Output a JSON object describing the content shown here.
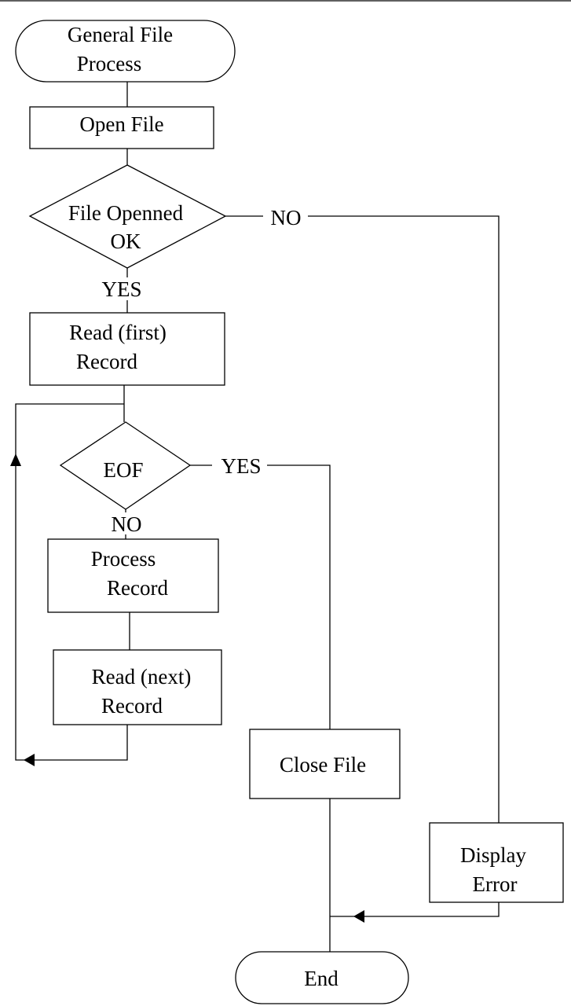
{
  "diagram": {
    "type": "flowchart",
    "nodes": {
      "start": {
        "shape": "terminator",
        "lines": [
          "General File",
          "Process"
        ]
      },
      "open_file": {
        "shape": "process",
        "lines": [
          "Open File"
        ]
      },
      "file_opened_ok": {
        "shape": "decision",
        "lines": [
          "File Openned",
          "OK"
        ]
      },
      "read_first": {
        "shape": "process",
        "lines": [
          "Read (first)",
          "Record"
        ]
      },
      "eof": {
        "shape": "decision",
        "lines": [
          "EOF"
        ]
      },
      "process_record": {
        "shape": "process",
        "lines": [
          "Process",
          "Record"
        ]
      },
      "read_next": {
        "shape": "process",
        "lines": [
          "Read (next)",
          "Record"
        ]
      },
      "close_file": {
        "shape": "process",
        "lines": [
          "Close File"
        ]
      },
      "display_error": {
        "shape": "process",
        "lines": [
          "Display",
          "Error"
        ]
      },
      "end": {
        "shape": "terminator",
        "lines": [
          "End"
        ]
      }
    },
    "edge_labels": {
      "file_opened_no": "NO",
      "file_opened_yes": "YES",
      "eof_yes": "YES",
      "eof_no": "NO"
    },
    "edges": [
      {
        "from": "start",
        "to": "open_file",
        "label": ""
      },
      {
        "from": "open_file",
        "to": "file_opened_ok",
        "label": ""
      },
      {
        "from": "file_opened_ok",
        "to": "read_first",
        "label": "YES"
      },
      {
        "from": "file_opened_ok",
        "to": "display_error",
        "label": "NO"
      },
      {
        "from": "read_first",
        "to": "eof",
        "label": ""
      },
      {
        "from": "eof",
        "to": "process_record",
        "label": "NO"
      },
      {
        "from": "eof",
        "to": "close_file",
        "label": "YES"
      },
      {
        "from": "process_record",
        "to": "read_next",
        "label": ""
      },
      {
        "from": "read_next",
        "to": "eof",
        "label": ""
      },
      {
        "from": "close_file",
        "to": "end",
        "label": ""
      },
      {
        "from": "display_error",
        "to": "end",
        "label": ""
      }
    ]
  }
}
